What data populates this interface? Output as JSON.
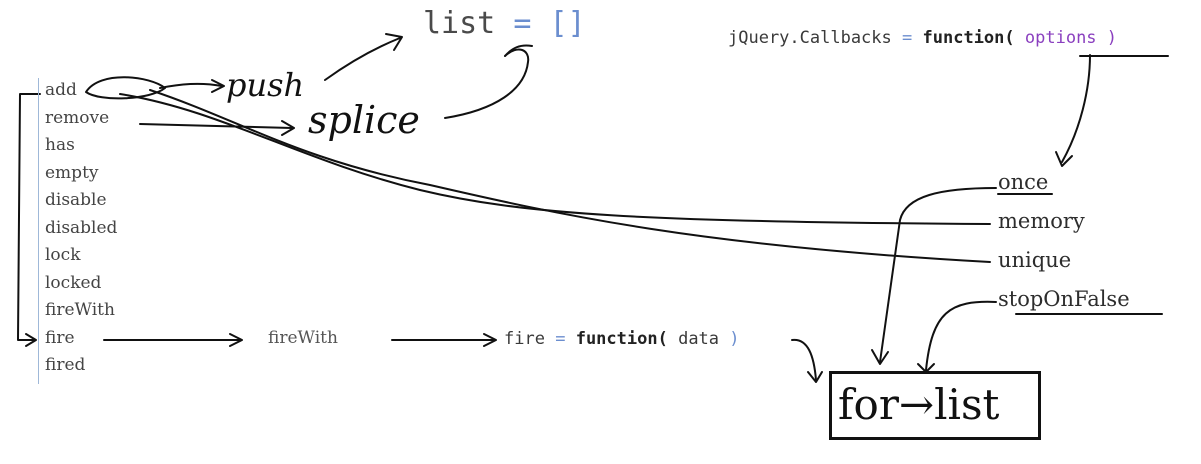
{
  "list_decl": {
    "name": "list",
    "eq": "=",
    "value": "[]"
  },
  "callbacks_decl": {
    "prefix": "jQuery.Callbacks",
    "eq": "=",
    "keyword": "function(",
    "param": "options",
    "close": ")"
  },
  "methods": [
    "add",
    "remove",
    "has",
    "empty",
    "disable",
    "disabled",
    "lock",
    "locked",
    "fireWith",
    "fire",
    "fired"
  ],
  "options": [
    "once",
    "memory",
    "unique",
    "stopOnFalse"
  ],
  "flow": {
    "fire_with": "fireWith",
    "fire_name": "fire",
    "fire_eq": "=",
    "fire_keyword": "function(",
    "fire_param": "data",
    "fire_close": ")"
  },
  "handwriting": {
    "push": "push",
    "splice": "splice",
    "for_list": "for→list"
  },
  "colors": {
    "ink": "#111111",
    "code": "#444444",
    "accent_blue": "#6b8ecf",
    "accent_purple": "#8a3fbf",
    "gutter": "#9fb8d8"
  }
}
